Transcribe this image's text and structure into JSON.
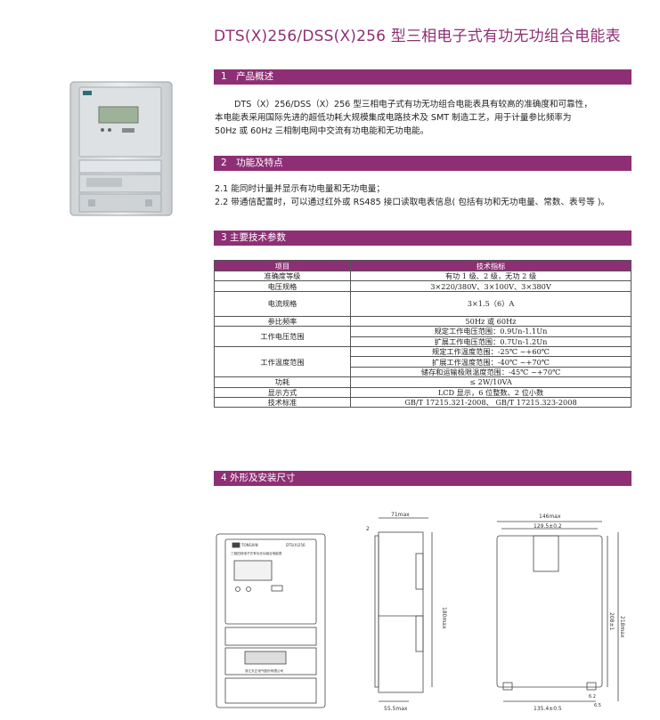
{
  "title": "DTS(X)256/DSS(X)256 型三相电子式有功无功组合电能表",
  "sections": {
    "s1": "1　产品概述",
    "s2": "2　功能及特点",
    "s3": "3 主要技术参数",
    "s4": "4 外形及安装尺寸"
  },
  "overview": {
    "line1": "DTS（X）256/DSS（X）256 型三相电子式有功无功组合电能表具有较高的准确度和可靠性，",
    "line2": "本电能表采用国际先进的超低功耗大规模集成电路技术及 SMT 制造工艺，用于计量参比频率为",
    "line3": "50Hz 或 60Hz 三相制电网中交流有功电能和无功电能。"
  },
  "features": [
    "2.1  能同时计量并显示有功电量和无功电量；",
    "2.2  带通信配置时，可以通过红外或 RS485 接口读取电表信息( 包括有功和无功电量、常数、表号等 )。"
  ],
  "table": {
    "head": [
      "项目",
      "技术指标"
    ],
    "rows": {
      "accuracy": [
        "准确度等级",
        "有功 1 级、2 级，无功 2 级"
      ],
      "voltage": [
        "电压规格",
        "3×220/380V、3×100V、3×380V"
      ],
      "current": [
        "电流规格",
        "3×1.5（6）A"
      ],
      "freq": [
        "参比频率",
        "50Hz 或 60Hz"
      ],
      "vrange_label": "工作电压范围",
      "vrange": [
        "规定工作电压范围：0.9Un-1.1Un",
        "扩展工作电压范围：0.7Un-1.2Un"
      ],
      "trange_label": "工作温度范围",
      "trange": [
        "规定工作温度范围：-25℃ ~+60℃",
        "扩展工作温度范围：-40℃ ~+70℃",
        "储存和运输极限温度范围：-45℃ ~+70℃"
      ],
      "power": [
        "功耗",
        "≤ 2W/10VA"
      ],
      "display": [
        "显示方式",
        "LCD 显示，6 位整数、2 位小数"
      ],
      "standard": [
        "技术标准",
        "GB/T 17215.321-2008、 GB/T 17215.323-2008"
      ]
    }
  },
  "meter": {
    "brand": "TONGXIN",
    "model": "DTS(X)256",
    "caption": "三相四线电子式有功无功组合电能表",
    "maker": "浙江天正电气股份有限公司"
  },
  "dims": {
    "depth_top": "71max",
    "lip": "2",
    "height_side": "180max",
    "depth_bottom": "55.5max",
    "width_top": "146max",
    "mount_w": "129.5±0.2",
    "mount_h": "208±1",
    "height_total": "218max",
    "bottom_w": "135.4±0.5",
    "slot_a": "6.2",
    "slot_b": "6.5"
  },
  "colors": {
    "accent": "#8e2f75"
  }
}
